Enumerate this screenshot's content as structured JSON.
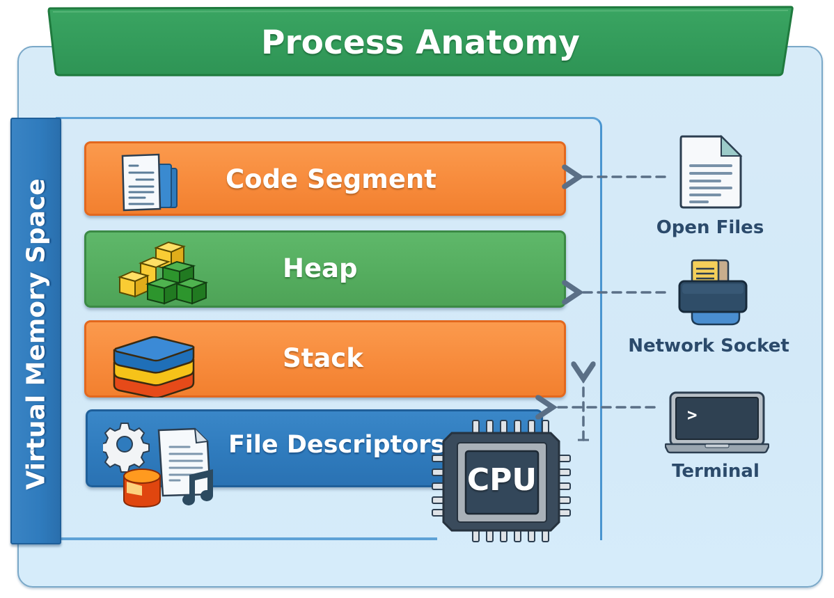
{
  "title": "Process Anatomy",
  "container_label": "Virtual Memory Space",
  "segments": [
    {
      "label": "Code Segment",
      "icon": "document-stack-icon",
      "color": "#f78b3c"
    },
    {
      "label": "Heap",
      "icon": "cube-pile-icon",
      "color": "#55ad5f"
    },
    {
      "label": "Stack",
      "icon": "stacked-layers-icon",
      "color": "#f78b3c"
    },
    {
      "label": "File Descriptors",
      "icon": "file-resources-icon",
      "color": "#2f7bbd"
    }
  ],
  "cpu": {
    "label": "CPU",
    "icon": "cpu-chip-icon"
  },
  "resources": [
    {
      "label": "Open Files",
      "icon": "file-document-icon"
    },
    {
      "label": "Network Socket",
      "icon": "network-socket-icon"
    },
    {
      "label": "Terminal",
      "icon": "terminal-laptop-icon",
      "prompt": ">"
    }
  ],
  "colors": {
    "title_banner": "#31995a",
    "panel_background": "#d5eaf8",
    "orange_segment": "#f78b3c",
    "green_segment": "#55ad5f",
    "blue_segment": "#2f7bbd",
    "label_text": "#2b4a6b",
    "connector": "#5a6f86"
  }
}
